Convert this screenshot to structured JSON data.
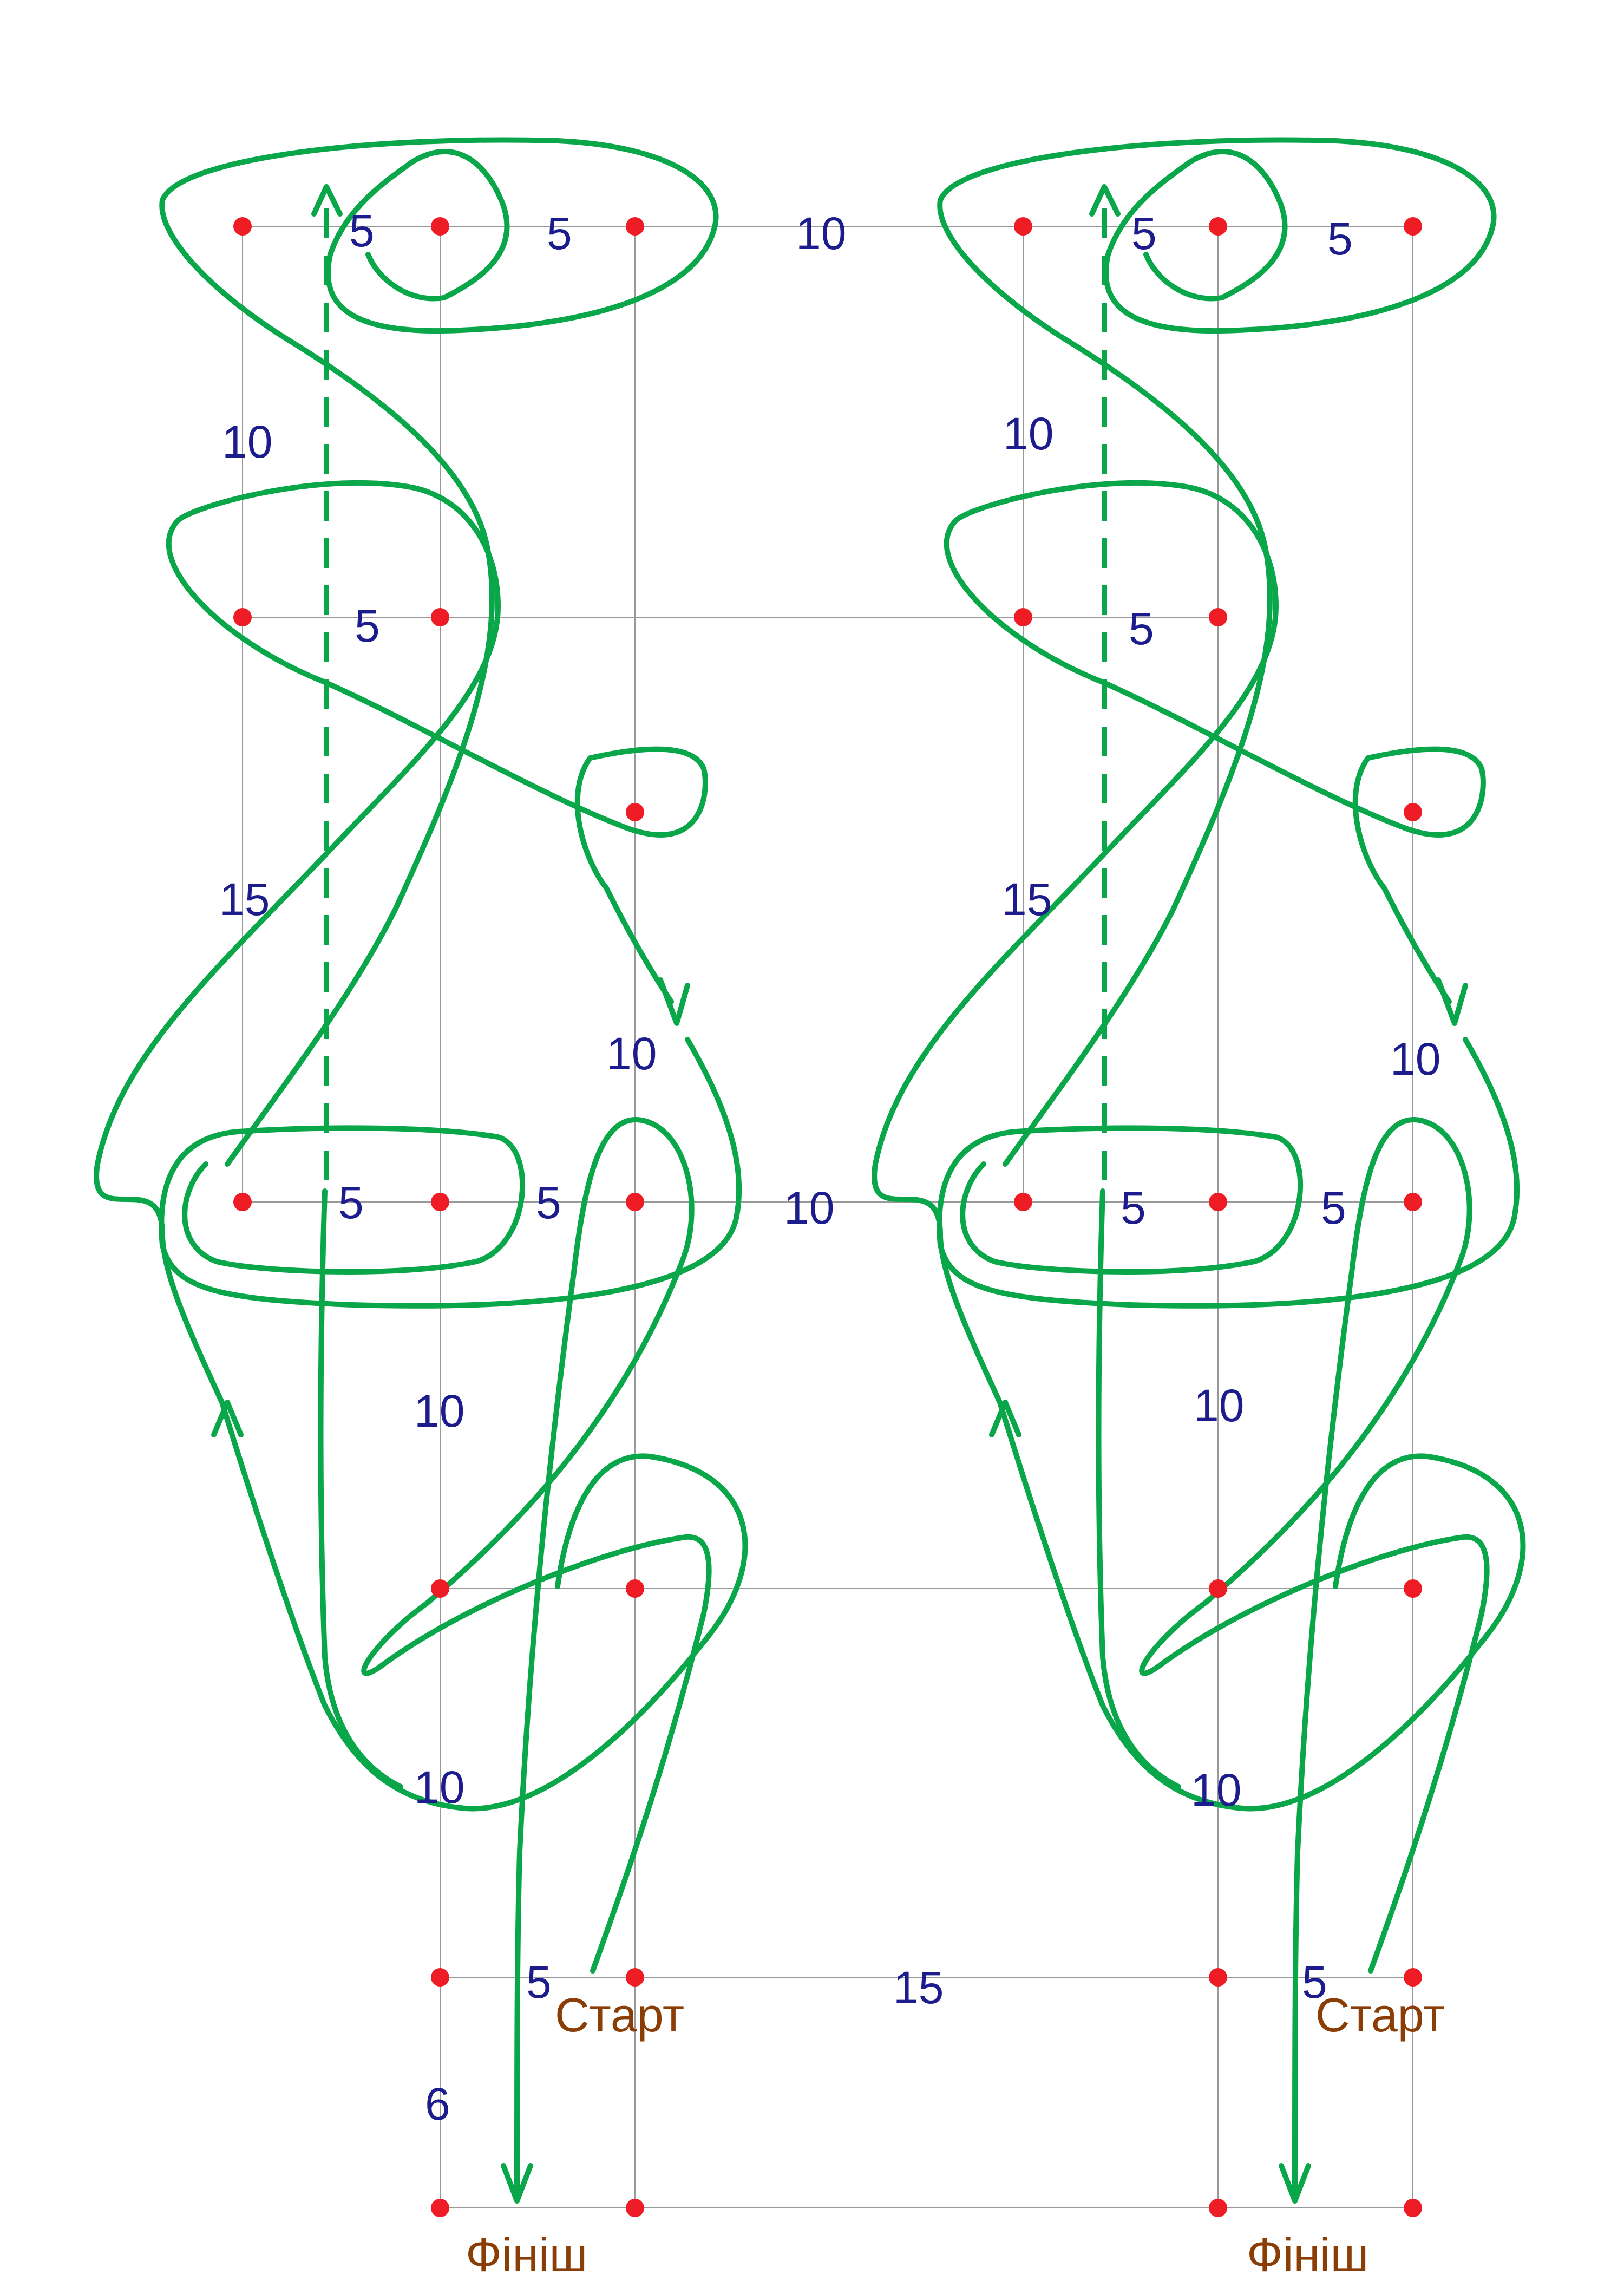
{
  "colors": {
    "path": "#0aa64a",
    "dimension_text": "#1c1c8c",
    "caption_text": "#8b3d06",
    "node": "#ee1c25",
    "grid": "#999999"
  },
  "labels": {
    "start": "Старт",
    "finish": "Фініш"
  },
  "dimensions": {
    "top_5_a": "5",
    "top_5_b": "5",
    "top_gap": "10",
    "left_10": "10",
    "row2_5": "5",
    "left_15": "15",
    "mid_10": "10",
    "row4_5_a": "5",
    "row4_5_b": "5",
    "row4_gap": "10",
    "lower_10": "10",
    "bottom_10": "10",
    "start_5": "5",
    "bottom_gap": "15",
    "finish_6": "6",
    "r_top_5_a": "5",
    "r_top_5_b": "5",
    "r_left_10": "10",
    "r_row2_5": "5",
    "r_left_15": "15",
    "r_mid_10": "10",
    "r_row4_5_a": "5",
    "r_row4_5_b": "5",
    "r_lower_10": "10",
    "r_bottom_10": "10",
    "r_start_5": "5"
  }
}
